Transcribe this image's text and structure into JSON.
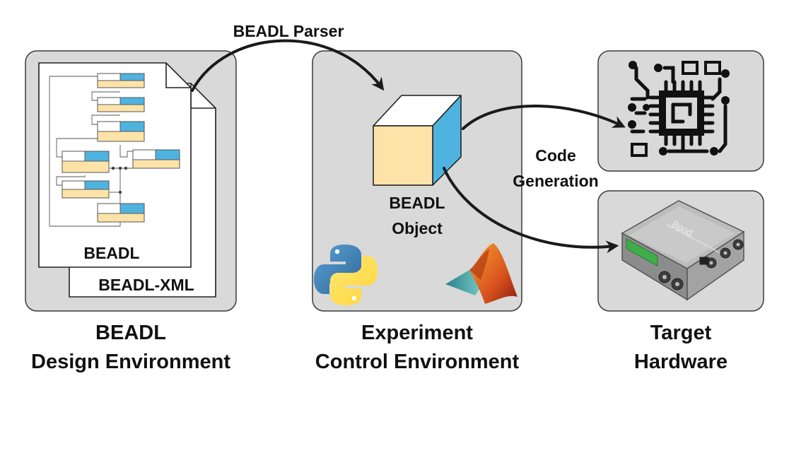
{
  "colors": {
    "panel_fill": "#d9d9d9",
    "panel_stroke": "#3a3a3a",
    "uml_header": "#4fb3e0",
    "uml_body": "#fde3a8",
    "cube_front": "#fde3a8",
    "cube_side": "#4fb3e0",
    "arrow": "#1a1a1a"
  },
  "design": {
    "doc_front_label": "BEADL",
    "doc_back_label": "BEADL-XML",
    "caption_line1": "BEADL",
    "caption_line2": "Design Environment"
  },
  "parser_label": "BEADL Parser",
  "experiment": {
    "object_line1": "BEADL",
    "object_line2": "Object",
    "caption_line1": "Experiment",
    "caption_line2": "Control Environment",
    "icons": [
      "python-logo-icon",
      "matlab-logo-icon"
    ]
  },
  "codegen": {
    "line1": "Code",
    "line2": "Generation"
  },
  "hardware": {
    "device_brand": "Bpod",
    "device_tagline": "Open source animal behavior measurement",
    "caption_line1": "Target",
    "caption_line2": "Hardware",
    "icons": [
      "circuit-chip-icon",
      "bpod-device-icon"
    ]
  }
}
